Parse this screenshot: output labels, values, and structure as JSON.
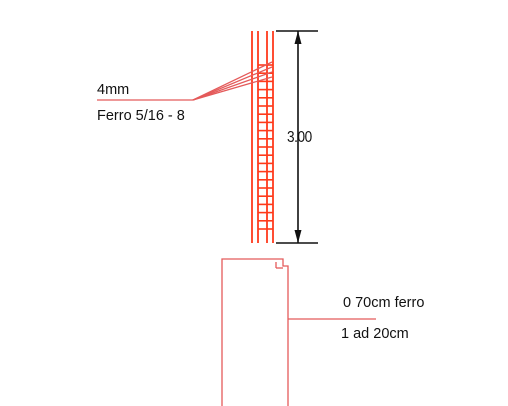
{
  "colors": {
    "rebar": "#ff2200",
    "stirrup": "#ff3a1a",
    "leader": "#e45a5a",
    "dimension": "#111111",
    "text": "#111111",
    "background": "#ffffff"
  },
  "column_annotation": {
    "line1": "4mm",
    "line2": "Ferro 5/16 - 8"
  },
  "dimension": {
    "value": "3.00"
  },
  "footing_annotation": {
    "line1": "0 70cm  ferro",
    "line2": "1 ad 20cm"
  }
}
